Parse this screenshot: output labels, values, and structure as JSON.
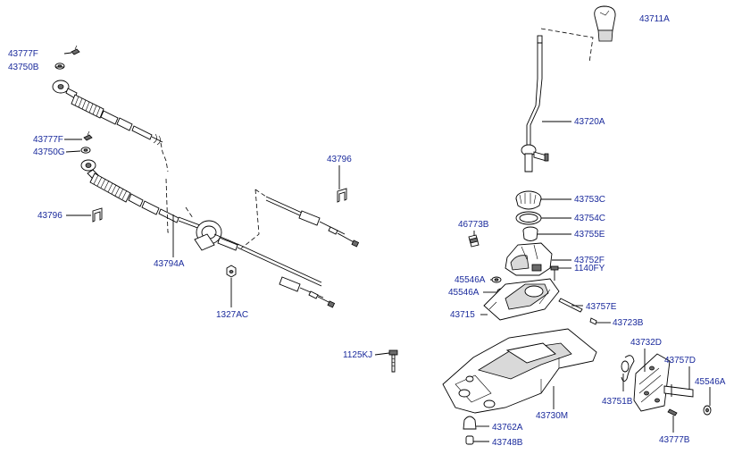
{
  "colors": {
    "label": "#1a2a9c",
    "line": "#000000",
    "part_fill": "#ffffff",
    "shade": "#d9d9d9"
  },
  "labels": {
    "p43777F_top": "43777F",
    "p43750B": "43750B",
    "p43777F_mid": "43777F",
    "p43750G": "43750G",
    "p43796_left": "43796",
    "p43794A": "43794A",
    "p43796_right": "43796",
    "p1327AC": "1327AC",
    "p43711A": "43711A",
    "p43720A": "43720A",
    "p43753C": "43753C",
    "p43754C": "43754C",
    "p46773B": "46773B",
    "p43755E": "43755E",
    "p43752F": "43752F",
    "p45546A_a": "45546A",
    "p1140FY": "1140FY",
    "p45546A_b": "45546A",
    "p43757E": "43757E",
    "p43715": "43715",
    "p43723B": "43723B",
    "p43732D": "43732D",
    "p1125KJ": "1125KJ",
    "p43757D": "43757D",
    "p45546A_c": "45546A",
    "p43751B": "43751B",
    "p43730M": "43730M",
    "p43762A": "43762A",
    "p43748B": "43748B",
    "p43777B": "43777B"
  }
}
